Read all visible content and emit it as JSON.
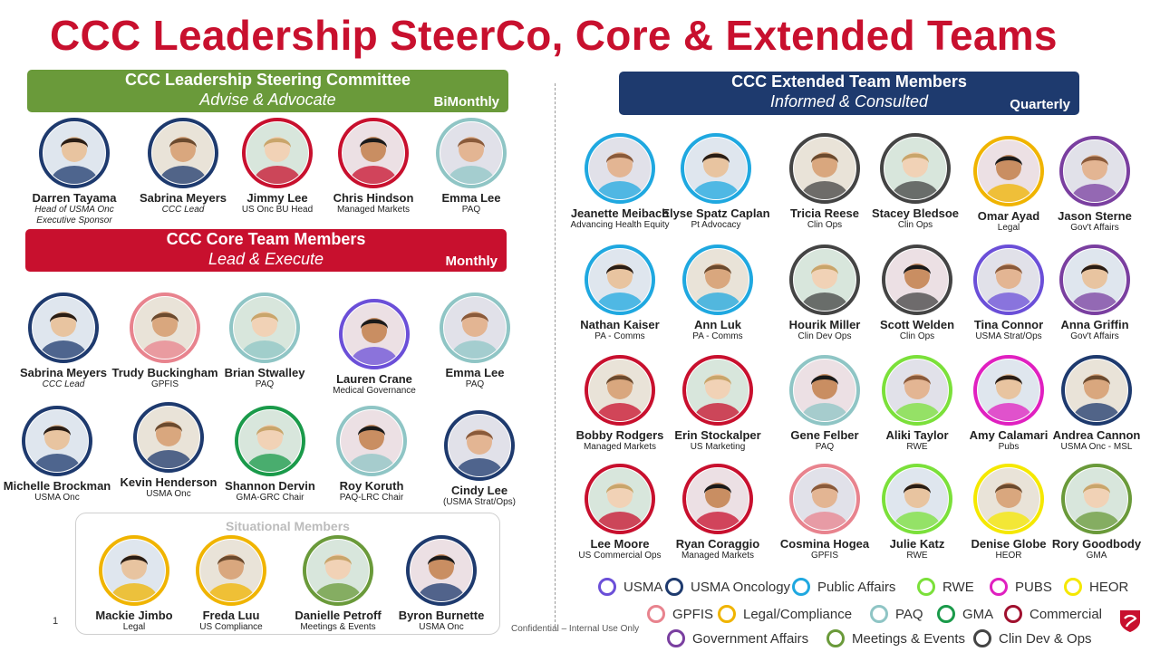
{
  "title": "CCC Leadership SteerCo, Core & Extended Teams",
  "colors": {
    "title": "#c8102e",
    "steer_banner": "#6a9a3a",
    "core_banner": "#c8102e",
    "ext_banner": "#1e3a6e"
  },
  "steering": {
    "title": "CCC Leadership Steering Committee",
    "subtitle": "Advise & Advocate",
    "frequency": "BiMonthly",
    "members": [
      {
        "name": "Darren Tayama",
        "role": "Head of USMA Onc",
        "role2": "Executive Sponsor",
        "color": "#1e3a6e"
      },
      {
        "name": "Sabrina Meyers",
        "role": "CCC Lead",
        "color": "#1e3a6e"
      },
      {
        "name": "Jimmy Lee",
        "role": "US Onc BU Head",
        "color": "#c8102e"
      },
      {
        "name": "Chris Hindson",
        "role": "Managed Markets",
        "color": "#c8102e"
      },
      {
        "name": "Emma Lee",
        "role": "PAQ",
        "color": "#8fc5c5"
      }
    ]
  },
  "core": {
    "title": "CCC Core Team Members",
    "subtitle": "Lead & Execute",
    "frequency": "Monthly",
    "members": [
      {
        "name": "Sabrina Meyers",
        "role": "CCC Lead",
        "color": "#1e3a6e"
      },
      {
        "name": "Trudy Buckingham",
        "role": "GPFIS",
        "color": "#e8838e"
      },
      {
        "name": "Brian Stwalley",
        "role": "PAQ",
        "color": "#8fc5c5"
      },
      {
        "name": "Lauren Crane",
        "role": "Medical Governance",
        "color": "#6b4fd8"
      },
      {
        "name": "Emma Lee",
        "role": "PAQ",
        "color": "#8fc5c5"
      },
      {
        "name": "Michelle Brockman",
        "role": "USMA Onc",
        "color": "#1e3a6e"
      },
      {
        "name": "Kevin Henderson",
        "role": "USMA Onc",
        "color": "#1e3a6e"
      },
      {
        "name": "Shannon Dervin",
        "role": "GMA-GRC Chair",
        "color": "#1a9a4a"
      },
      {
        "name": "Roy Koruth",
        "role": "PAQ-LRC Chair",
        "color": "#8fc5c5"
      },
      {
        "name": "Cindy Lee",
        "role": "(USMA Strat/Ops)",
        "color": "#1e3a6e"
      }
    ]
  },
  "situational": {
    "title": "Situational Members",
    "members": [
      {
        "name": "Mackie Jimbo",
        "role": "Legal",
        "color": "#f0b400"
      },
      {
        "name": "Freda Luu",
        "role": "US Compliance",
        "color": "#f0b400"
      },
      {
        "name": "Danielle Petroff",
        "role": "Meetings & Events",
        "color": "#6a9a3a"
      },
      {
        "name": "Byron Burnette",
        "role": "USMA Onc",
        "color": "#1e3a6e"
      }
    ]
  },
  "extended": {
    "title": "CCC Extended Team Members",
    "subtitle": "Informed & Consulted",
    "frequency": "Quarterly",
    "members": [
      {
        "name": "Jeanette Meibach",
        "role": "Advancing Health Equity",
        "color": "#1fa8e0"
      },
      {
        "name": "Elyse Spatz Caplan",
        "role": "Pt Advocacy",
        "color": "#1fa8e0"
      },
      {
        "name": "Tricia Reese",
        "role": "Clin Ops",
        "color": "#444444"
      },
      {
        "name": "Stacey Bledsoe",
        "role": "Clin Ops",
        "color": "#444444"
      },
      {
        "name": "Omar Ayad",
        "role": "Legal",
        "color": "#f0b400"
      },
      {
        "name": "Jason Sterne",
        "role": "Gov't Affairs",
        "color": "#7a3fa0"
      },
      {
        "name": "Nathan Kaiser",
        "role": "PA - Comms",
        "color": "#1fa8e0"
      },
      {
        "name": "Ann Luk",
        "role": "PA - Comms",
        "color": "#1fa8e0"
      },
      {
        "name": "Hourik Miller",
        "role": "Clin Dev Ops",
        "color": "#444444"
      },
      {
        "name": "Scott Welden",
        "role": "Clin Ops",
        "color": "#444444"
      },
      {
        "name": "Tina Connor",
        "role": "USMA Strat/Ops",
        "color": "#6b4fd8"
      },
      {
        "name": "Anna Griffin",
        "role": "Gov't Affairs",
        "color": "#7a3fa0"
      },
      {
        "name": "Bobby Rodgers",
        "role": "Managed Markets",
        "color": "#c8102e"
      },
      {
        "name": "Erin Stockalper",
        "role": "US Marketing",
        "color": "#c8102e"
      },
      {
        "name": "Gene Felber",
        "role": "PAQ",
        "color": "#8fc5c5"
      },
      {
        "name": "Aliki Taylor",
        "role": "RWE",
        "color": "#7be03a"
      },
      {
        "name": "Amy Calamari",
        "role": "Pubs",
        "color": "#e020c0"
      },
      {
        "name": "Andrea Cannon",
        "role": "USMA Onc - MSL",
        "color": "#1e3a6e"
      },
      {
        "name": "Lee Moore",
        "role": "US Commercial Ops",
        "color": "#c8102e"
      },
      {
        "name": "Ryan Coraggio",
        "role": "Managed Markets",
        "color": "#c8102e"
      },
      {
        "name": "Cosmina Hogea",
        "role": "GPFIS",
        "color": "#e8838e"
      },
      {
        "name": "Julie Katz",
        "role": "RWE",
        "color": "#7be03a"
      },
      {
        "name": "Denise Globe",
        "role": "HEOR",
        "color": "#f5e800"
      },
      {
        "name": "Rory Goodbody",
        "role": "GMA",
        "color": "#6a9a3a"
      }
    ]
  },
  "legend": [
    {
      "label": "USMA",
      "color": "#6b4fd8"
    },
    {
      "label": "USMA Oncology",
      "color": "#1e3a6e"
    },
    {
      "label": "Public Affairs",
      "color": "#1fa8e0"
    },
    {
      "label": "RWE",
      "color": "#7be03a"
    },
    {
      "label": "PUBS",
      "color": "#e020c0"
    },
    {
      "label": "HEOR",
      "color": "#f5e800"
    },
    {
      "label": "GPFIS",
      "color": "#e8838e"
    },
    {
      "label": "Legal/Compliance",
      "color": "#f0b400"
    },
    {
      "label": "PAQ",
      "color": "#8fc5c5"
    },
    {
      "label": "GMA",
      "color": "#1a9a4a"
    },
    {
      "label": "Commercial",
      "color": "#a0102e"
    },
    {
      "label": "Government Affairs",
      "color": "#7a3fa0"
    },
    {
      "label": "Meetings & Events",
      "color": "#6a9a3a"
    },
    {
      "label": "Clin Dev & Ops",
      "color": "#444444"
    }
  ],
  "footer": {
    "page": "1",
    "confidential": "Confidential – Internal Use Only"
  }
}
